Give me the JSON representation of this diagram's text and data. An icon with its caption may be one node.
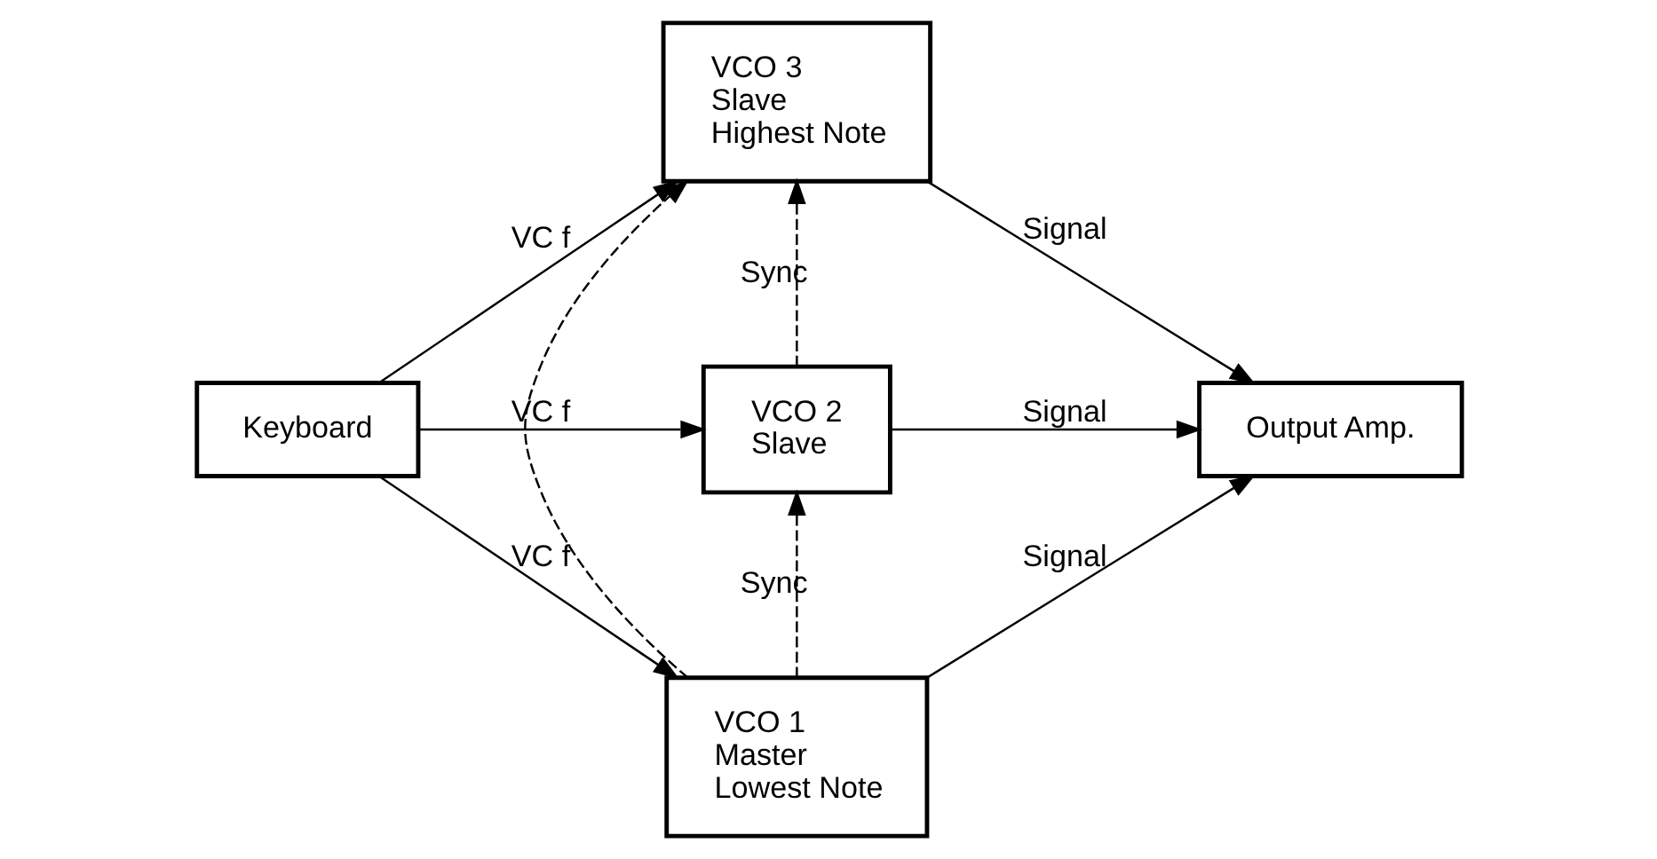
{
  "diagram": {
    "nodes": [
      {
        "text": [
          "Keyboard"
        ]
      },
      {
        "text": [
          "VCO 3",
          "Slave",
          "Highest Note"
        ]
      },
      {
        "text": [
          "VCO 2",
          "Slave"
        ]
      },
      {
        "text": [
          "VCO 1",
          "Master",
          "Lowest Note"
        ]
      },
      {
        "text": [
          "Output Amp."
        ]
      }
    ],
    "edges": [
      {
        "from": 0,
        "to": 1,
        "arrow": "to",
        "label": "VC f"
      },
      {
        "from": 0,
        "to": 2,
        "arrow": "to",
        "label": "VC f"
      },
      {
        "from": 0,
        "to": 3,
        "arrow": "to",
        "label": "VC f"
      },
      {
        "from": 1,
        "to": 4,
        "arrow": "to",
        "label": "Signal"
      },
      {
        "from": 2,
        "to": 4,
        "arrow": "to",
        "label": "Signal"
      },
      {
        "from": 3,
        "to": 4,
        "arrow": "to",
        "label": "Signal"
      },
      {
        "from": 3,
        "to": 2,
        "arrow": "to",
        "label": "Sync",
        "style": "dashed"
      },
      {
        "from": 2,
        "to": 1,
        "arrow": "to",
        "label": "Sync",
        "style": "dashed"
      },
      {
        "from": 3,
        "to": 1,
        "arrow": "to",
        "style": "dashed"
      }
    ]
  }
}
